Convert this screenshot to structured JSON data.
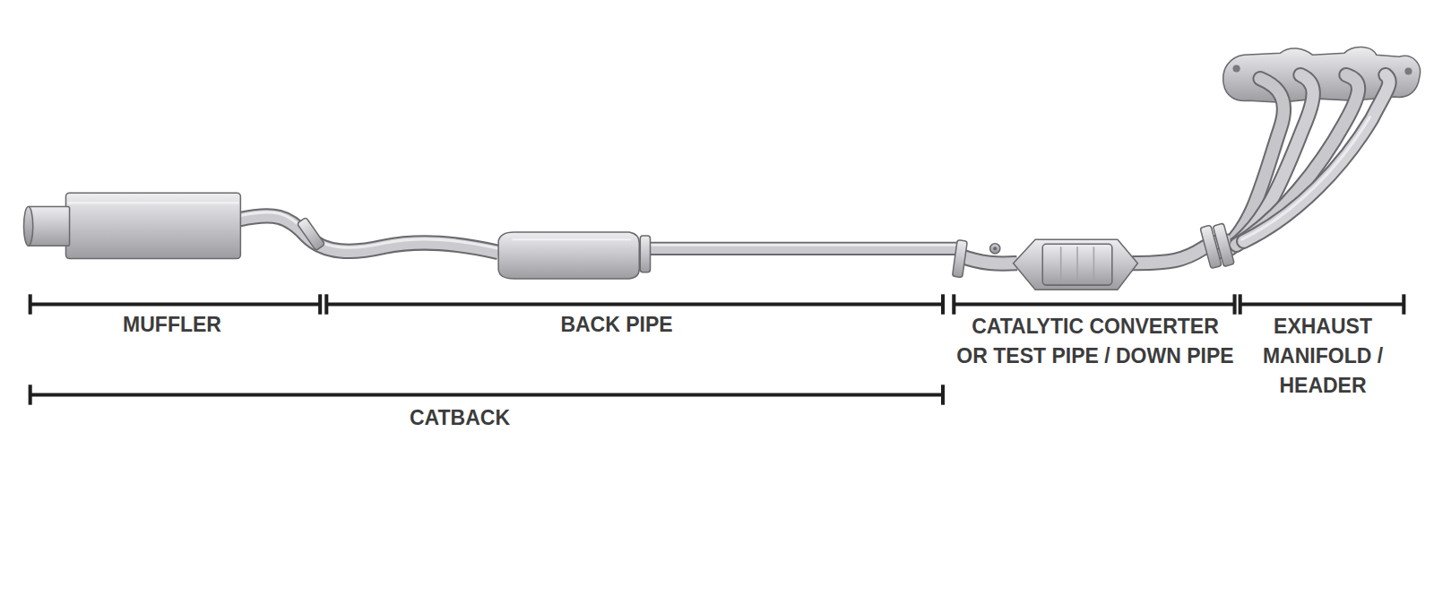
{
  "diagram": {
    "labels": [
      "MUFFLER",
      "BACK PIPE",
      "CATALYTIC CONVERTER OR TEST PIPE / DOWN PIPE",
      "EXHAUST MANIFOLD / HEADER",
      "CATBACK"
    ]
  }
}
